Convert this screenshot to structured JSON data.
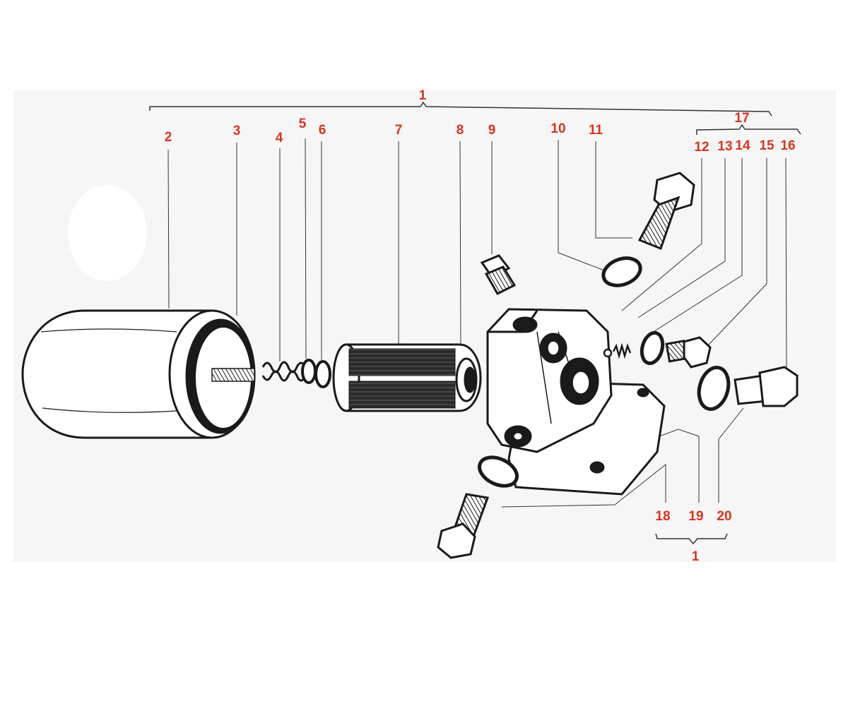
{
  "colors": {
    "label": "#d9341c",
    "ink": "#1a1a1a",
    "leader": "#333333",
    "panel": "#f6f6f6"
  },
  "labels": {
    "assembly_top": "1",
    "part_2": "2",
    "part_3": "3",
    "part_4": "4",
    "part_5": "5",
    "part_6": "6",
    "part_7": "7",
    "part_8": "8",
    "part_9": "9",
    "part_10": "10",
    "part_11": "11",
    "group_17": "17",
    "part_12": "12",
    "part_13": "13",
    "part_14": "14",
    "part_15": "15",
    "part_16": "16",
    "part_18": "18",
    "part_19": "19",
    "part_20": "20",
    "assembly_bottom": "1"
  }
}
